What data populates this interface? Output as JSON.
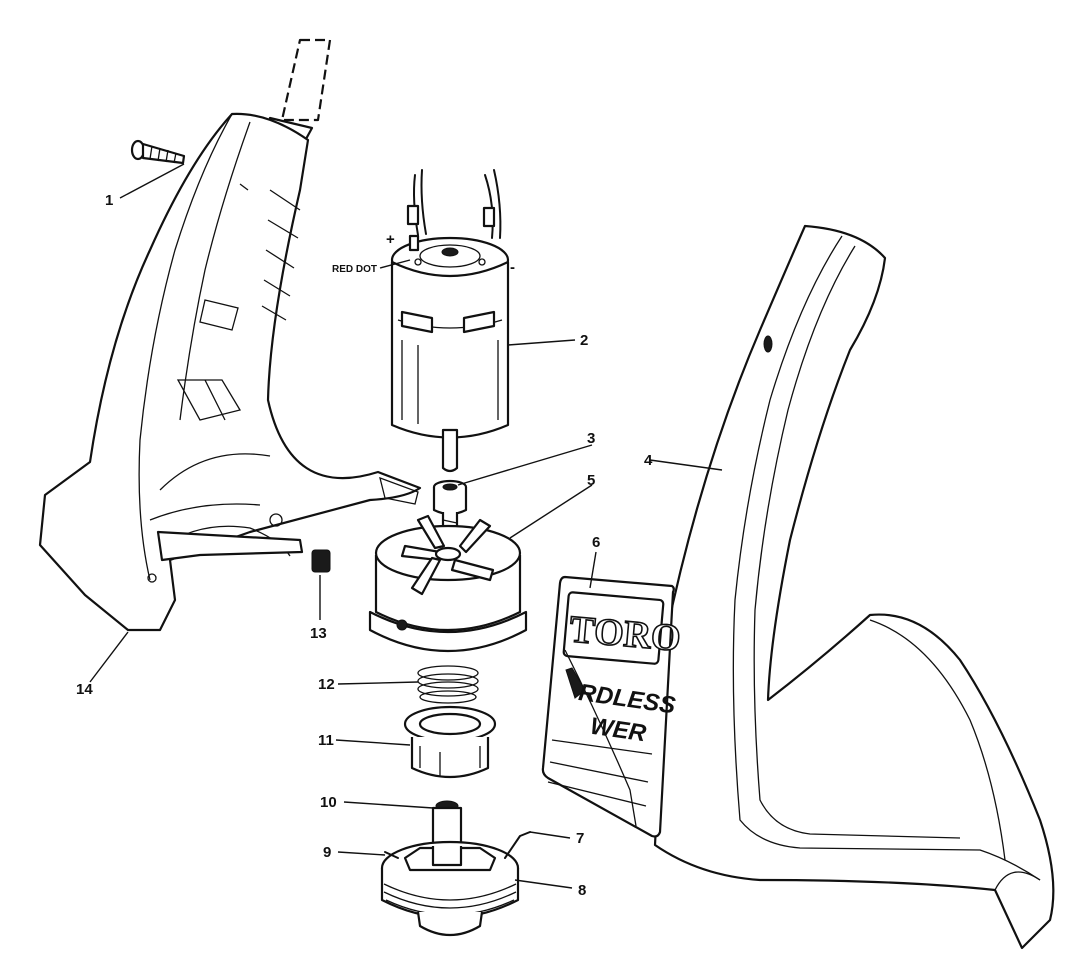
{
  "diagram": {
    "callouts": [
      "1",
      "2",
      "3",
      "4",
      "5",
      "6",
      "7",
      "8",
      "9",
      "10",
      "11",
      "12",
      "13",
      "14"
    ],
    "wire_labels": {
      "positive": "+",
      "negative": "-",
      "red_dot": "RED DOT"
    },
    "decal": {
      "logo": "TORO",
      "line1": "RDLESS",
      "line2": "WER"
    }
  }
}
